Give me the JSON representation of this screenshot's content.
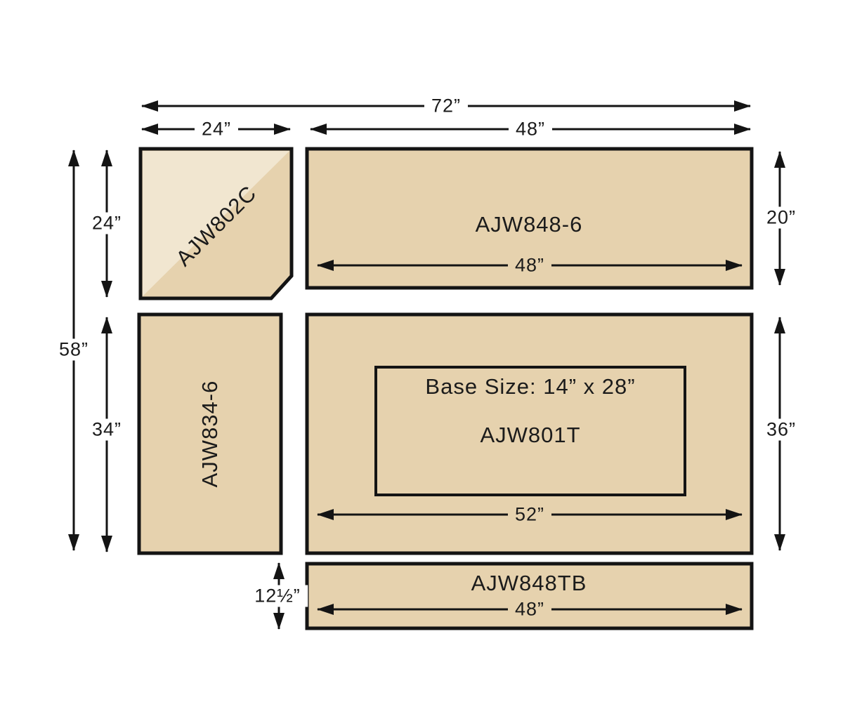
{
  "colors": {
    "panel_fill": "#e6d2ae",
    "panel_fill_light": "#f1e6d0",
    "outline": "#141414",
    "background": "#ffffff"
  },
  "dimensions": {
    "overall_width": "72”",
    "top_left_width": "24”",
    "top_right_width": "48”",
    "overall_height": "58”",
    "left_top_height": "24”",
    "left_bottom_height": "34”",
    "right_top_height": "20”",
    "right_bottom_height": "36”",
    "top_box_inner_width": "48”",
    "main_box_inner_width": "52”",
    "bottom_box_inner_width": "48”",
    "bottom_strip_height": "12½”"
  },
  "panels": {
    "corner": {
      "label": "AJW802C"
    },
    "top_right": {
      "label": "AJW848-6"
    },
    "left": {
      "label": "AJW834-6"
    },
    "main": {
      "label": "AJW801T",
      "base_size": "Base Size: 14” x 28”"
    },
    "bottom": {
      "label": "AJW848TB"
    }
  }
}
